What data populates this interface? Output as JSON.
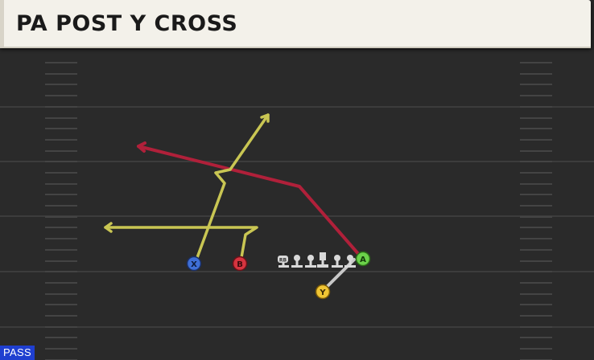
{
  "play": {
    "title": "PA POST Y CROSS",
    "type_badge": "PASS"
  },
  "players": [
    {
      "id": "x",
      "label": "X",
      "color": "#3f6fd6",
      "text_color": "#0d1a3a"
    },
    {
      "id": "b",
      "label": "B",
      "color": "#d6343f",
      "text_color": "#3a0a0d"
    },
    {
      "id": "a",
      "label": "A",
      "color": "#6bd14a",
      "text_color": "#143a0a"
    },
    {
      "id": "y",
      "label": "Y",
      "color": "#f0c534",
      "text_color": "#3a2a05"
    }
  ],
  "formation_labels": {
    "rb": "RB"
  },
  "colors": {
    "field": "#2a2a2a",
    "yard_lines": "#3c3c3c",
    "hash_marks": "#444444",
    "route_yellow": "#c9c653",
    "route_red": "#b0203a",
    "route_gray": "#c8c8c8",
    "lineman": "#d9d9d9",
    "header_bg": "#f3f1ea",
    "badge_bg": "#1f3fd0"
  }
}
